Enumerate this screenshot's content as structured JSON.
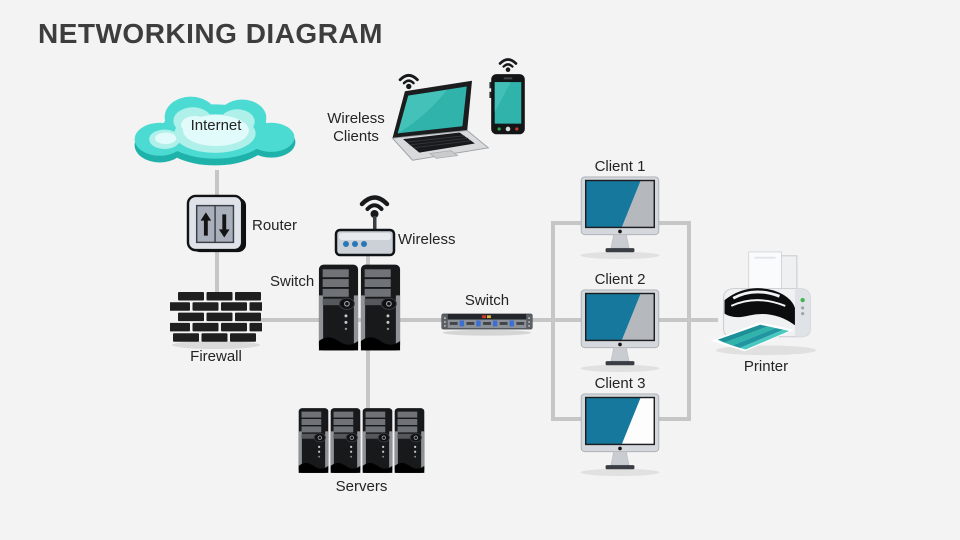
{
  "title": "NETWORKING DIAGRAM",
  "nodes": {
    "internet": {
      "label": "Internet"
    },
    "router": {
      "label": "Router"
    },
    "firewall": {
      "label": "Firewall"
    },
    "core_switch": {
      "label": "Switch"
    },
    "wireless_ap": {
      "label": "Wireless"
    },
    "wireless_clients": {
      "label": "Wireless Clients"
    },
    "rack_switch": {
      "label": "Switch"
    },
    "client1": {
      "label": "Client 1"
    },
    "client2": {
      "label": "Client 2"
    },
    "client3": {
      "label": "Client 3"
    },
    "printer": {
      "label": "Printer"
    },
    "servers": {
      "label": "Servers"
    }
  },
  "colors": {
    "background": "#f3f3f3",
    "title_text": "#3d3d3d",
    "label_text": "#242424",
    "connector": "#c6c6c6",
    "cloud_teal": "#4bdbd3",
    "cloud_teal_dark": "#1fb2ab",
    "cloud_teal_light": "#b0f0ea",
    "cloud_teal_lighter": "#e0fbf9",
    "screen_blue": "#17789d",
    "device_teal": "#2fb3ab",
    "led_blue": "#2878b8"
  }
}
